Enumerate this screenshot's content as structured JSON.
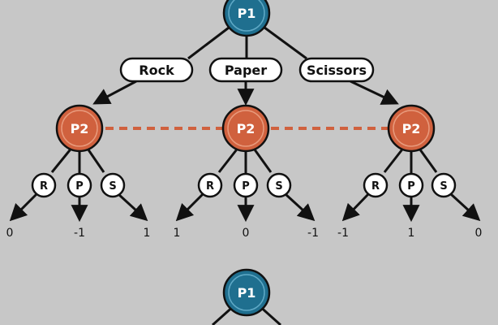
{
  "colors": {
    "background": "#c7c7c7",
    "p1_fill": "#1f6f8f",
    "p1_ring": "#5fa9c6",
    "p2_fill": "#d0613e",
    "p2_ring": "#e89a7c",
    "info_set_line": "#d0613e",
    "stroke": "#111111"
  },
  "tree": {
    "root_label": "P1",
    "actions": [
      "Rock",
      "Paper",
      "Scissors"
    ],
    "p2_label": "P2",
    "p2_actions": [
      "R",
      "P",
      "S"
    ],
    "payoffs": [
      [
        "0",
        "-1",
        "1"
      ],
      [
        "1",
        "0",
        "-1"
      ],
      [
        "-1",
        "1",
        "0"
      ]
    ]
  },
  "second_tree": {
    "root_label": "P1"
  }
}
